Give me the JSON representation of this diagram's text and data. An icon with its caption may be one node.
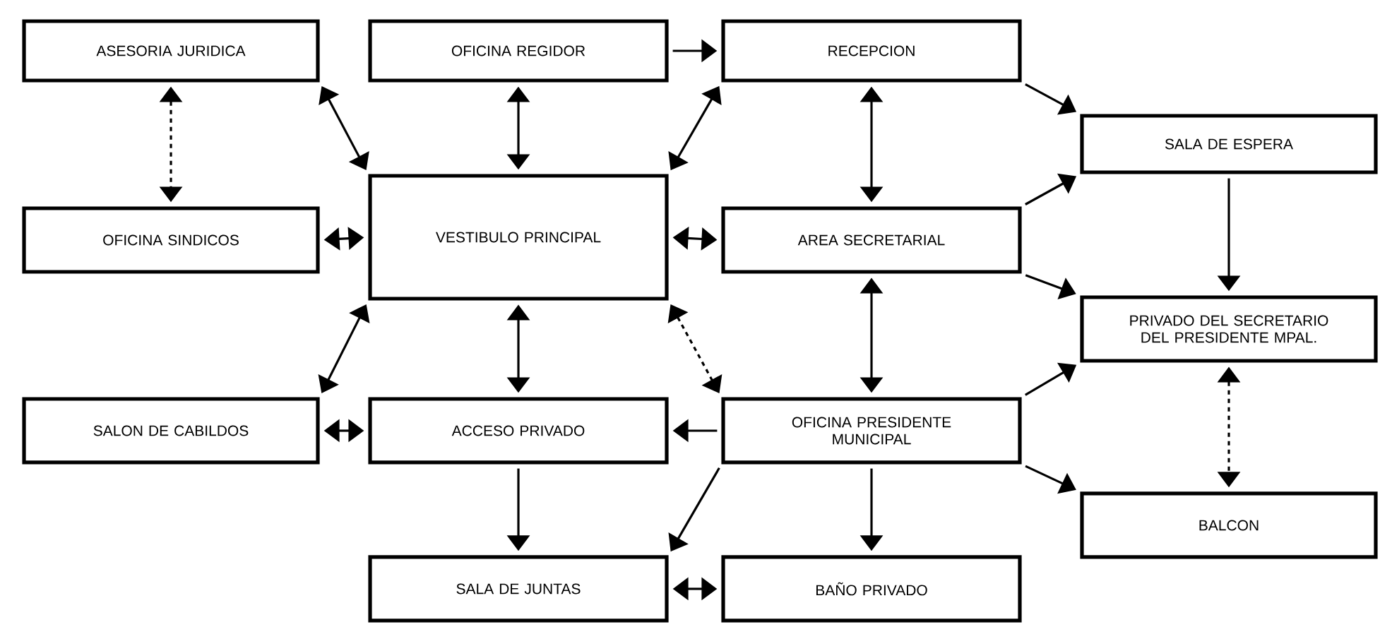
{
  "diagram": {
    "nodes": [
      {
        "text": [
          "ASESORIA JURIDICA"
        ]
      },
      {
        "text": [
          "OFICINA REGIDOR"
        ]
      },
      {
        "text": [
          "RECEPCION"
        ]
      },
      {
        "text": [
          "SALA DE ESPERA"
        ]
      },
      {
        "text": [
          "OFICINA SINDICOS"
        ]
      },
      {
        "text": [
          "VESTIBULO PRINCIPAL"
        ]
      },
      {
        "text": [
          "AREA SECRETARIAL"
        ]
      },
      {
        "text": [
          "PRIVADO DEL SECRETARIO DEL PRESIDENTE MPAL."
        ]
      },
      {
        "text": [
          "SALON DE CABILDOS"
        ]
      },
      {
        "text": [
          "ACCESO PRIVADO"
        ]
      },
      {
        "text": [
          "OFICINA PRESIDENTE MUNICIPAL"
        ]
      },
      {
        "text": [
          "BALCON"
        ]
      },
      {
        "text": [
          "SALA DE JUNTAS"
        ]
      },
      {
        "text": [
          "BAÑO PRIVADO"
        ]
      }
    ],
    "edges": [
      {
        "from": 0,
        "to": 4,
        "arrow": "both",
        "style": "dashed"
      },
      {
        "from": 0,
        "to": 5,
        "arrow": "both"
      },
      {
        "from": 1,
        "to": 5,
        "arrow": "both"
      },
      {
        "from": 1,
        "to": 2,
        "arrow": "to"
      },
      {
        "from": 2,
        "to": 5,
        "arrow": "both"
      },
      {
        "from": 2,
        "to": 3,
        "arrow": "to"
      },
      {
        "from": 4,
        "to": 5,
        "arrow": "both"
      },
      {
        "from": 5,
        "to": 6,
        "arrow": "both"
      },
      {
        "from": 2,
        "to": 6,
        "arrow": "both"
      },
      {
        "from": 6,
        "to": 3,
        "arrow": "to"
      },
      {
        "from": 6,
        "to": 7,
        "arrow": "to"
      },
      {
        "from": 3,
        "to": 7,
        "arrow": "to"
      },
      {
        "from": 5,
        "to": 8,
        "arrow": "both"
      },
      {
        "from": 5,
        "to": 9,
        "arrow": "both"
      },
      {
        "from": 5,
        "to": 10,
        "arrow": "both",
        "style": "dashed"
      },
      {
        "from": 6,
        "to": 10,
        "arrow": "both"
      },
      {
        "from": 8,
        "to": 9,
        "arrow": "both"
      },
      {
        "from": 10,
        "to": 9,
        "arrow": "to"
      },
      {
        "from": 10,
        "to": 7,
        "arrow": "to"
      },
      {
        "from": 10,
        "to": 11,
        "arrow": "to"
      },
      {
        "from": 7,
        "to": 11,
        "arrow": "both",
        "style": "dashed"
      },
      {
        "from": 9,
        "to": 12,
        "arrow": "to"
      },
      {
        "from": 10,
        "to": 12,
        "arrow": "to"
      },
      {
        "from": 10,
        "to": 13,
        "arrow": "to"
      },
      {
        "from": 12,
        "to": 13,
        "arrow": "both"
      }
    ]
  }
}
